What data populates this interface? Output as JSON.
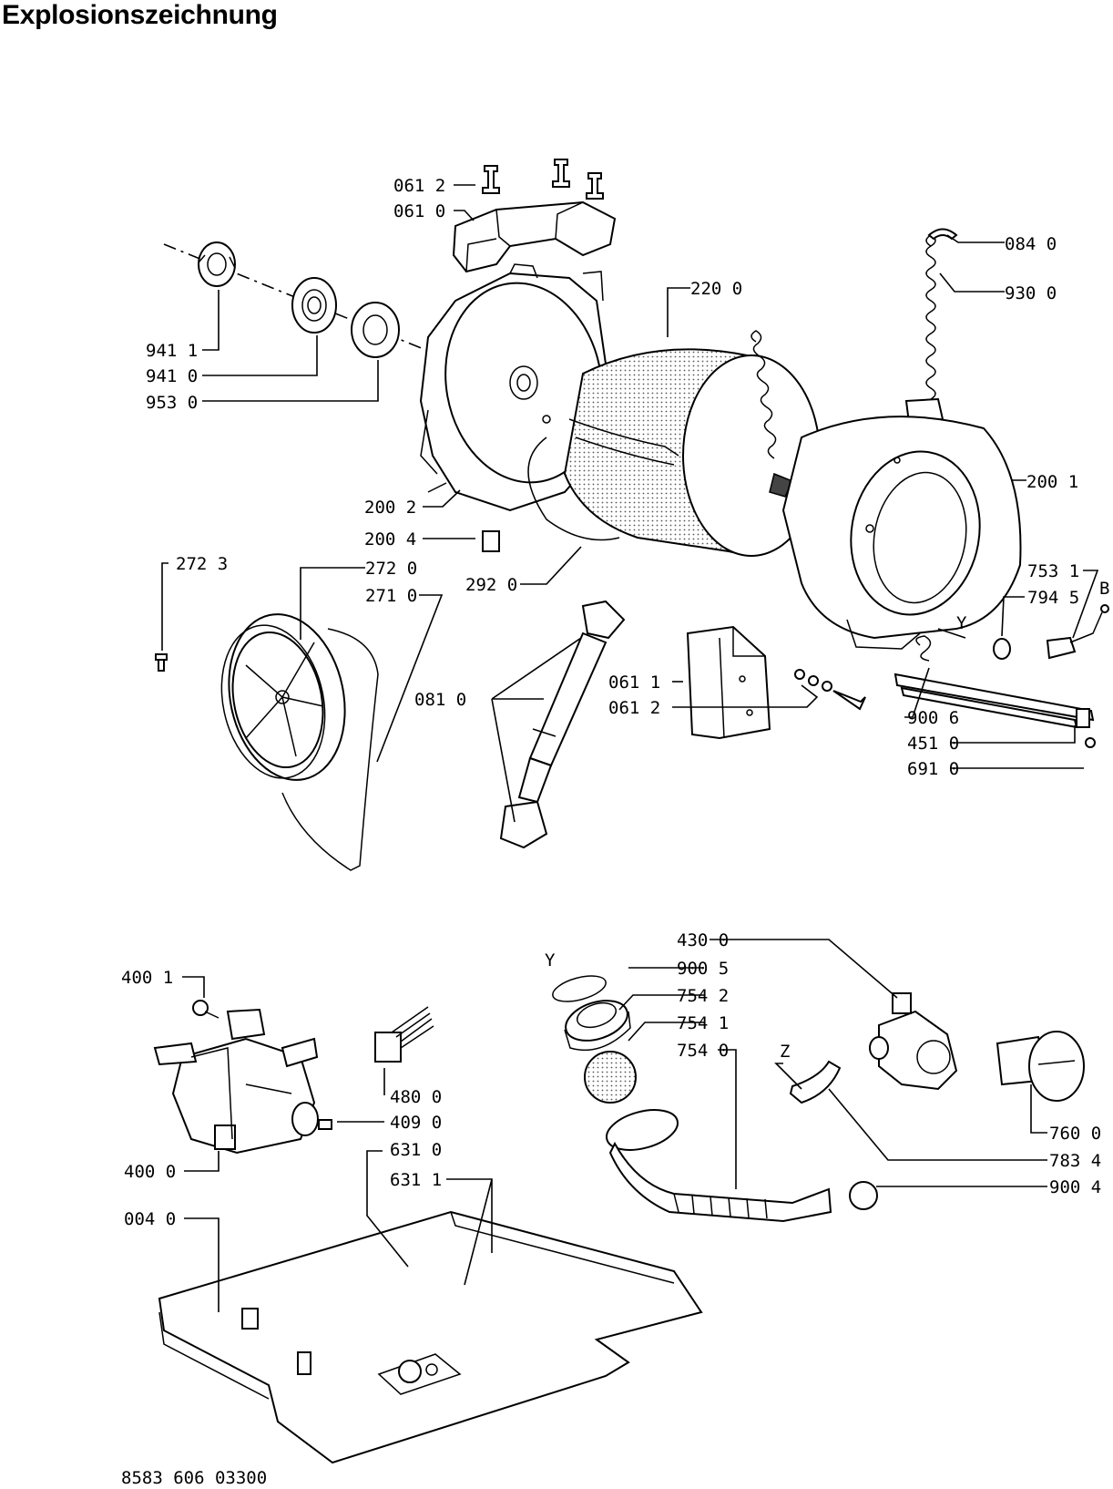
{
  "title": "Explosionszeichnung",
  "document_number": "8583 606 03300",
  "reference_markers": {
    "y_upper": "Y",
    "y_lower": "Y",
    "z": "Z",
    "b": "B"
  },
  "labels": {
    "l0612_top": "061 2",
    "l0610": "061 0",
    "l0840": "084 0",
    "l2200": "220 0",
    "l9300": "930 0",
    "l9411": "941 1",
    "l9410": "941 0",
    "l9530": "953 0",
    "l2002": "200 2",
    "l2001": "200 1",
    "l2004": "200 4",
    "l2723": "272 3",
    "l2720": "272 0",
    "l2710": "271 0",
    "l2920": "292 0",
    "l7531": "753 1",
    "l7945": "794 5",
    "l0810": "081 0",
    "l0611": "061 1",
    "l0612_mid": "061 2",
    "l9006": "900 6",
    "l4510": "451 0",
    "l6910": "691 0",
    "l4300": "430 0",
    "l9005": "900 5",
    "l7542": "754 2",
    "l7541": "754 1",
    "l7540": "754 0",
    "l4001": "400 1",
    "l4800": "480 0",
    "l4090": "409 0",
    "l4000": "400 0",
    "l6310": "631 0",
    "l6311": "631 1",
    "l0040": "004 0",
    "l7600": "760 0",
    "l7834": "783 4",
    "l9004": "900 4"
  }
}
